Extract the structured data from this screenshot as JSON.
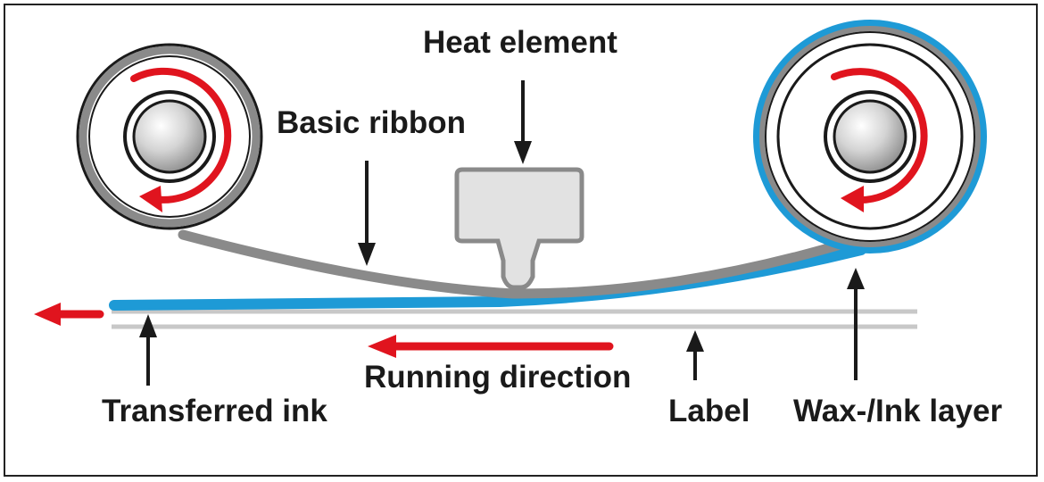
{
  "labels": {
    "heat_element": "Heat element",
    "basic_ribbon": "Basic ribbon",
    "running_direction": "Running direction",
    "transferred_ink": "Transferred ink",
    "label": "Label",
    "wax_ink_layer": "Wax-/Ink layer"
  },
  "colors": {
    "ribbon_gray": "#8a8a8a",
    "ink_blue": "#1e9ad6",
    "arrow_red": "#e0141e",
    "label_gray": "#c8c8c8",
    "head_fill": "#e2e2e2",
    "core_fill": "#d0d0d0",
    "outline": "#1a1a1a"
  }
}
